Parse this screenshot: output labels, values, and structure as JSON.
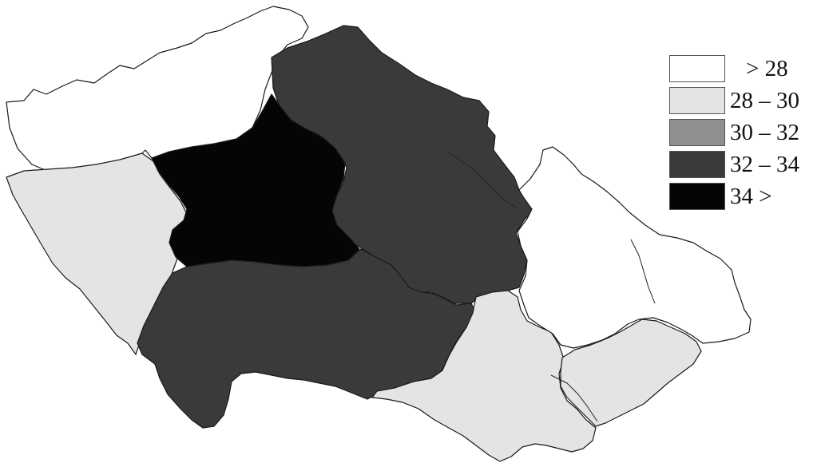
{
  "legend": {
    "items": [
      {
        "label": "> 28",
        "color": "#ffffff"
      },
      {
        "label": "28 – 30",
        "color": "#e4e4e4"
      },
      {
        "label": "30 – 32",
        "color": "#8f8f8f"
      },
      {
        "label": "32 – 34",
        "color": "#3a3a3a"
      },
      {
        "label": "34 >",
        "color": "#050505"
      }
    ]
  },
  "regions": [
    {
      "id": "northwest",
      "class": "> 28"
    },
    {
      "id": "west",
      "class": "28 – 30"
    },
    {
      "id": "north-east-band",
      "class": "32 – 34"
    },
    {
      "id": "central",
      "class": "34 >"
    },
    {
      "id": "south-central",
      "class": "32 – 34"
    },
    {
      "id": "south-moravia-west",
      "class": "28 – 30"
    },
    {
      "id": "south-moravia-east",
      "class": "28 – 30"
    },
    {
      "id": "northeast",
      "class": "> 28"
    }
  ]
}
